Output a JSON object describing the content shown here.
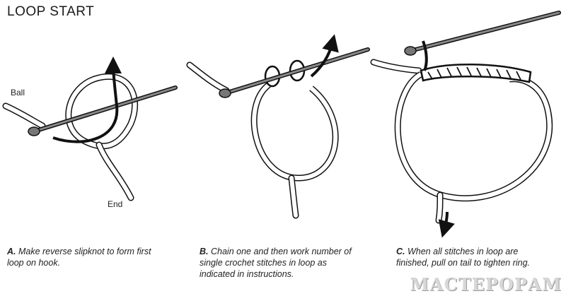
{
  "title": "LOOP START",
  "labels": {
    "ball": "Ball",
    "end": "End"
  },
  "steps": [
    {
      "letter": "A.",
      "text": "Make reverse slipknot to form first loop on hook."
    },
    {
      "letter": "B.",
      "text": "Chain one and then work number of single crochet stitches in loop as indicated in instructions."
    },
    {
      "letter": "C.",
      "text": "When all stitches in loop are finished, pull on tail to tighten ring."
    }
  ],
  "watermark": "МАСТЕРОРАМ"
}
